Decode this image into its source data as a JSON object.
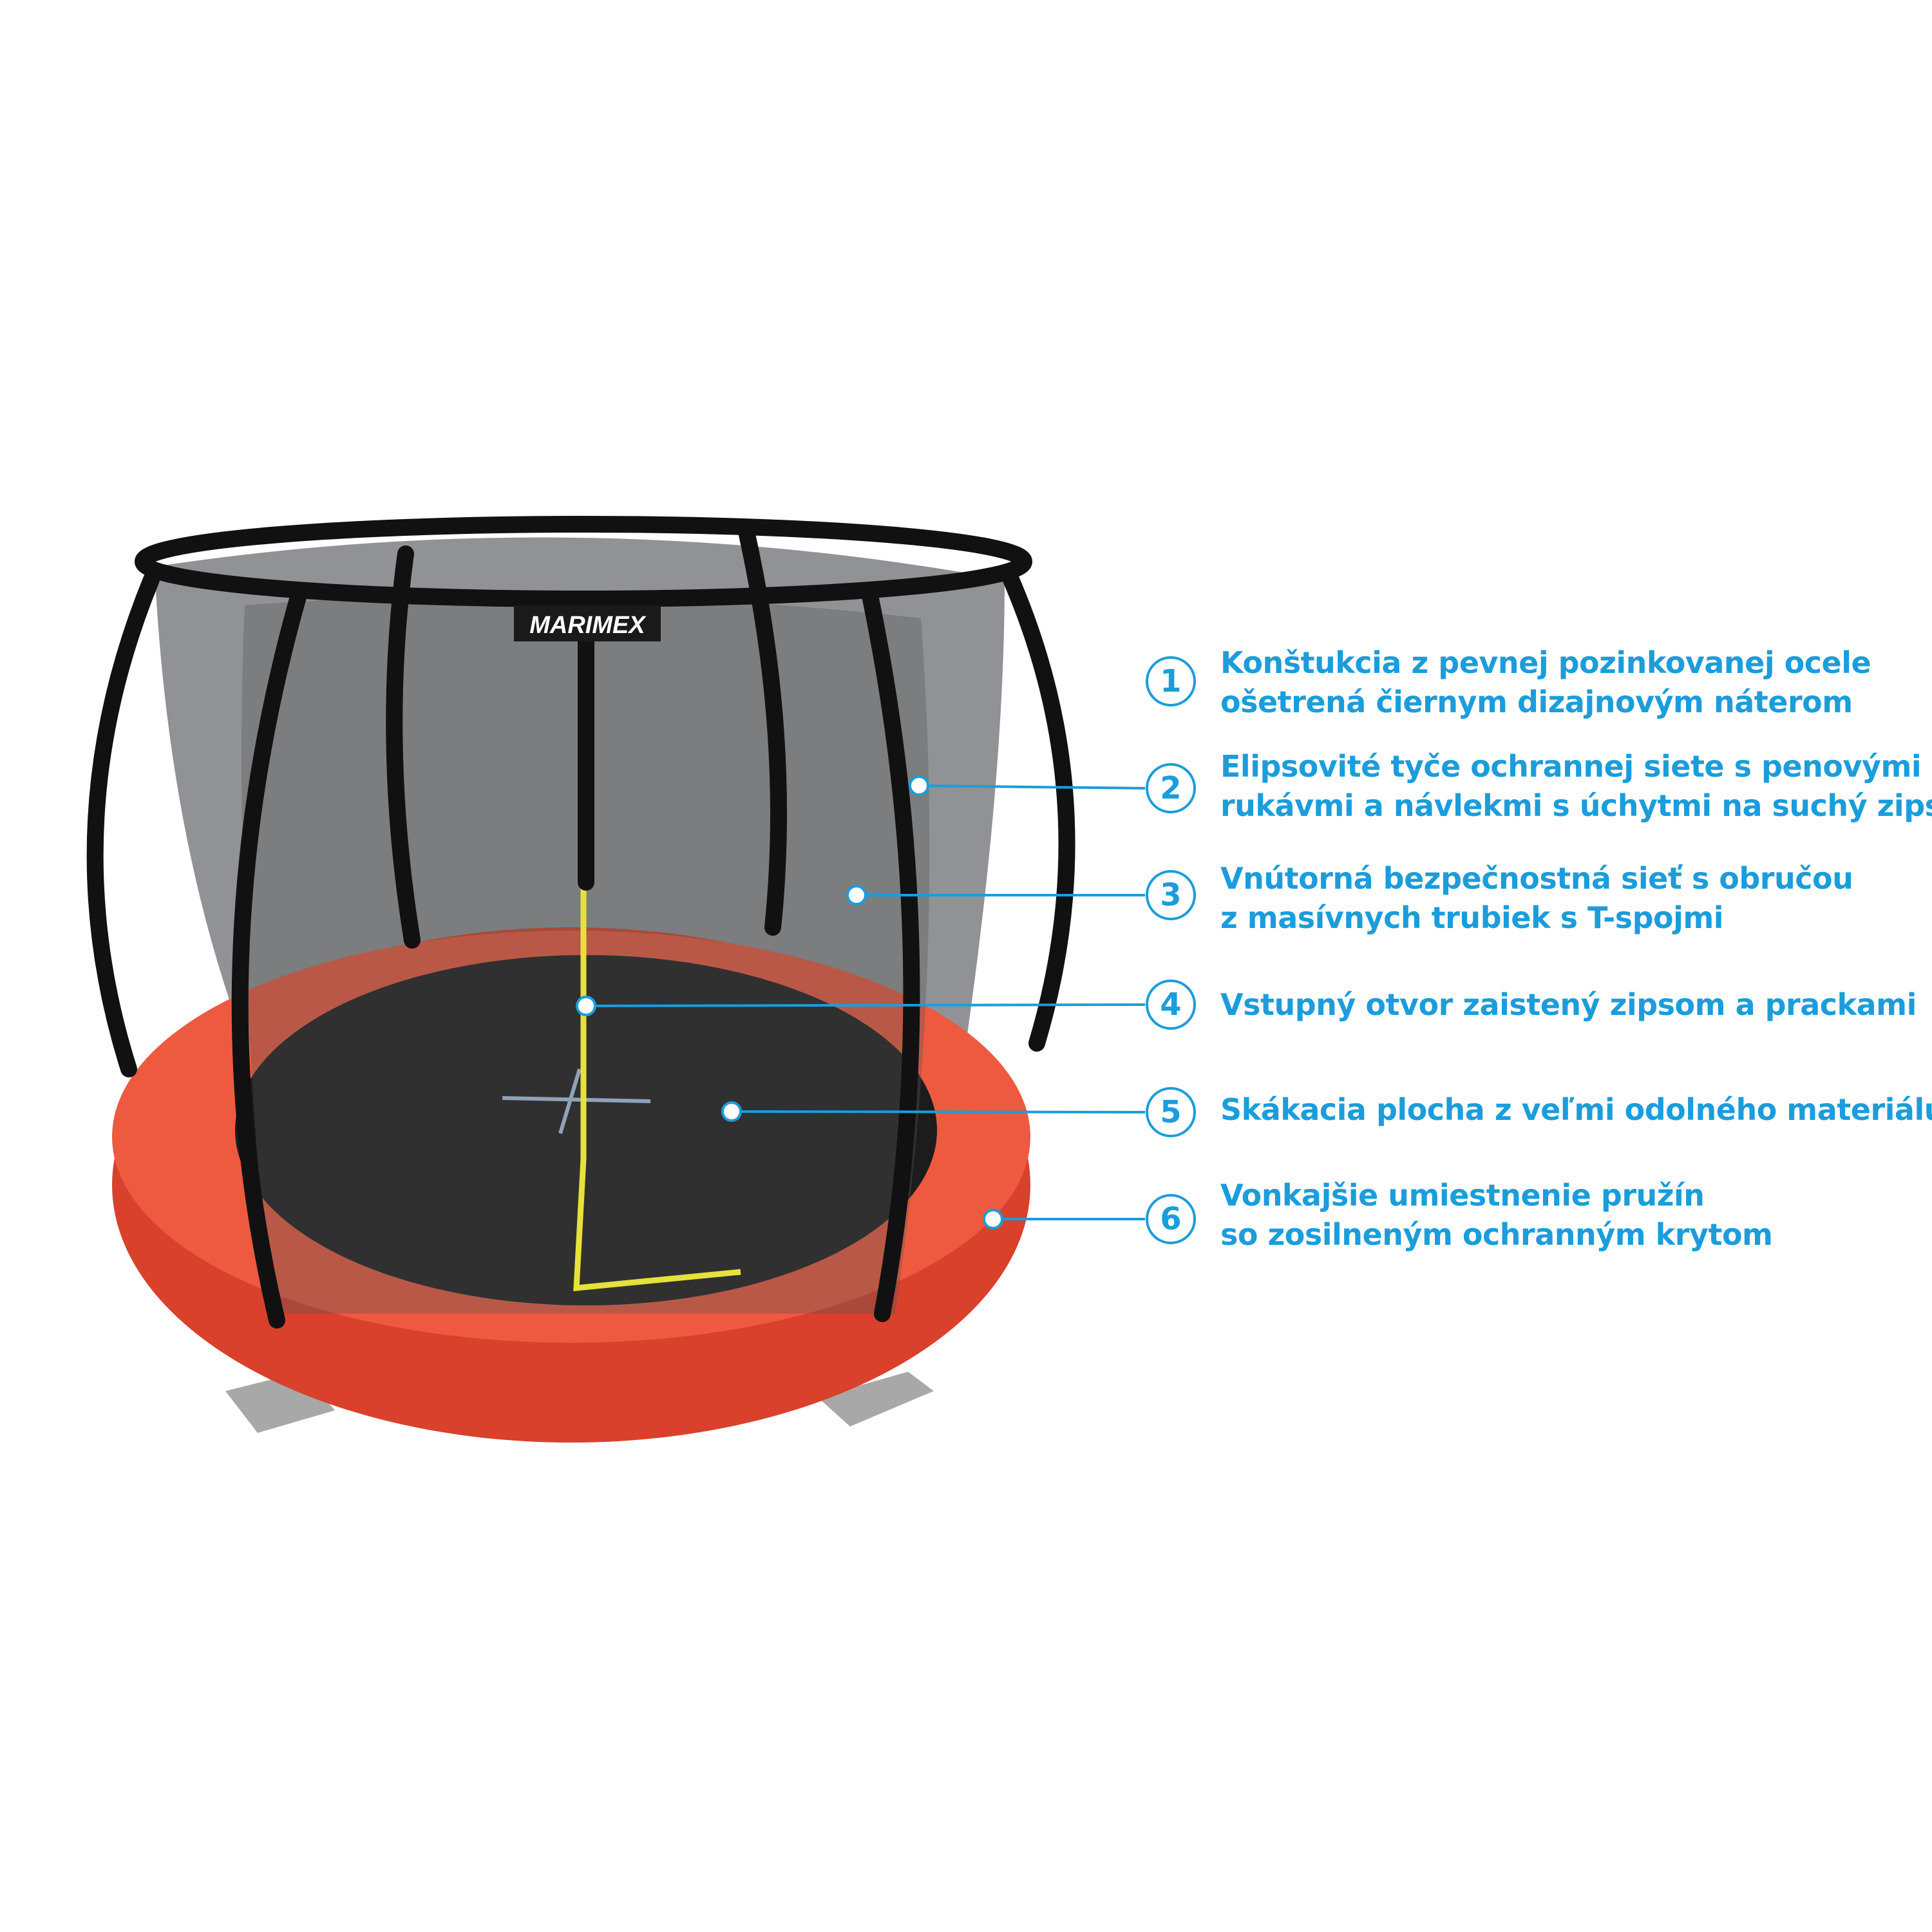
{
  "brand_logo": "MARIMEX",
  "accent_color": "#1b9ddb",
  "features": [
    {
      "number": "1",
      "lines": [
        "Konštukcia z pevnej pozinkovanej ocele",
        "ošetrená čiernym dizajnovým náterom"
      ]
    },
    {
      "number": "2",
      "lines": [
        "Elipsovité tyče ochrannej siete s penovými",
        "rukávmi a návlekmi s úchytmi na suchý zips"
      ]
    },
    {
      "number": "3",
      "lines": [
        "Vnútorná bezpečnostná sieť s obručou",
        "z masívnych trubiek s T-spojmi"
      ]
    },
    {
      "number": "4",
      "lines": [
        "Vstupný otvor zaistený zipsom a prackami"
      ]
    },
    {
      "number": "5",
      "lines": [
        "Skákacia plocha z veľmi odolného materiálu"
      ]
    },
    {
      "number": "6",
      "lines": [
        "Vonkajšie umiestnenie pružín",
        "so zosilneným ochranným krytom"
      ]
    }
  ]
}
